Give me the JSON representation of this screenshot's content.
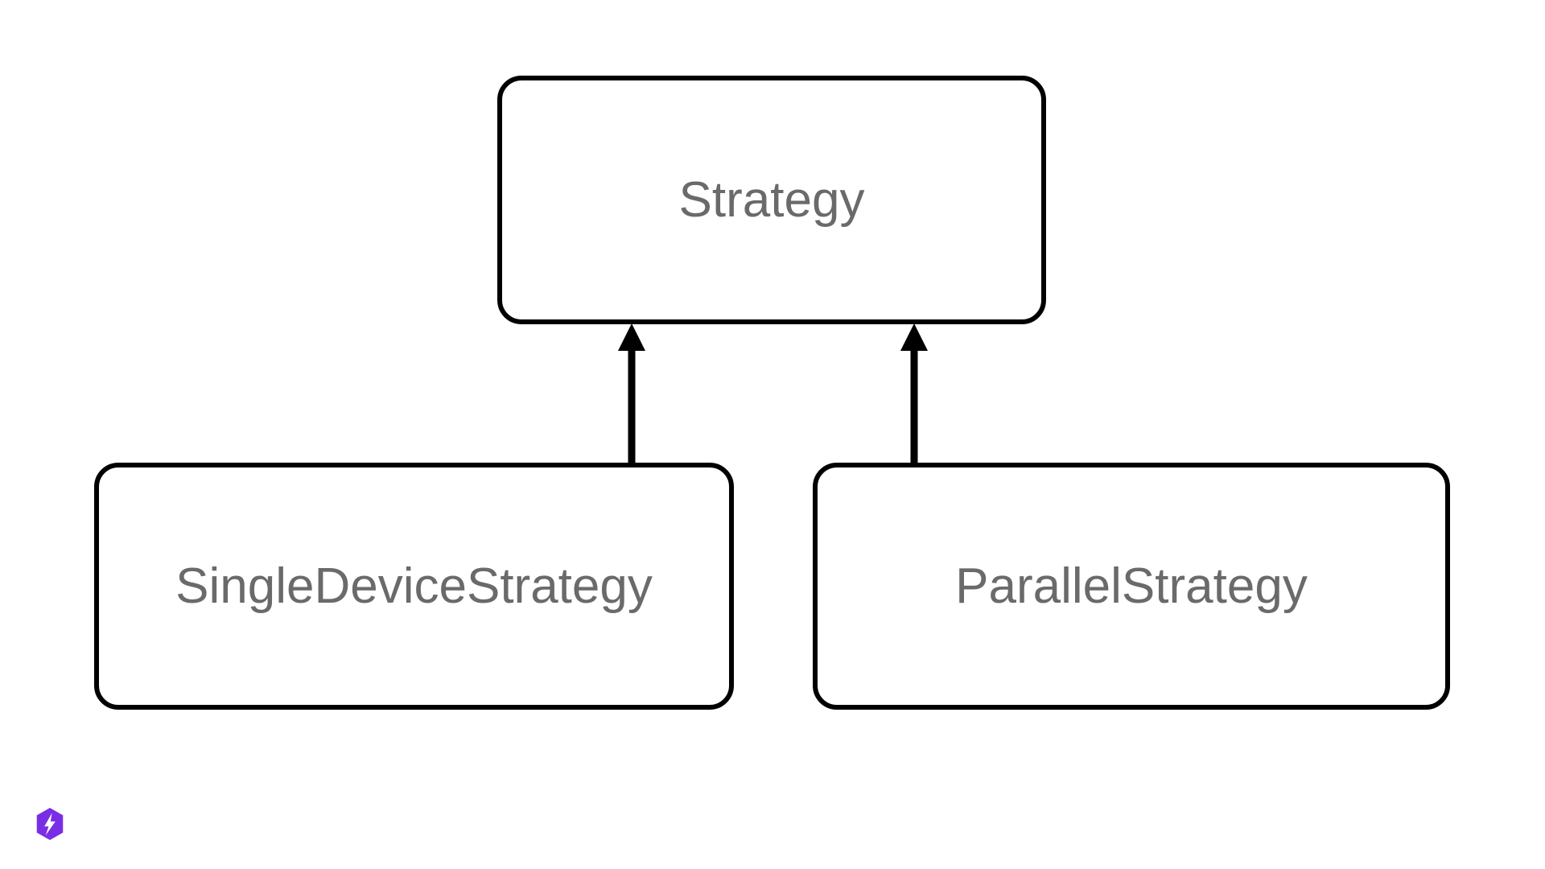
{
  "diagram": {
    "type": "class-inheritance-diagram",
    "nodes": [
      {
        "id": "strategy",
        "label": "Strategy"
      },
      {
        "id": "single-device-strategy",
        "label": "SingleDeviceStrategy"
      },
      {
        "id": "parallel-strategy",
        "label": "ParallelStrategy"
      }
    ],
    "edges": [
      {
        "from": "single-device-strategy",
        "to": "strategy",
        "type": "inheritance-arrow"
      },
      {
        "from": "parallel-strategy",
        "to": "strategy",
        "type": "inheritance-arrow"
      }
    ],
    "colors": {
      "background": "#ffffff",
      "box_border": "#000000",
      "arrow": "#000000",
      "label_text": "#6a6a6a",
      "logo_purple": "#792ee5"
    },
    "logo": {
      "icon": "lightning-bolt-hexagon-icon"
    }
  }
}
